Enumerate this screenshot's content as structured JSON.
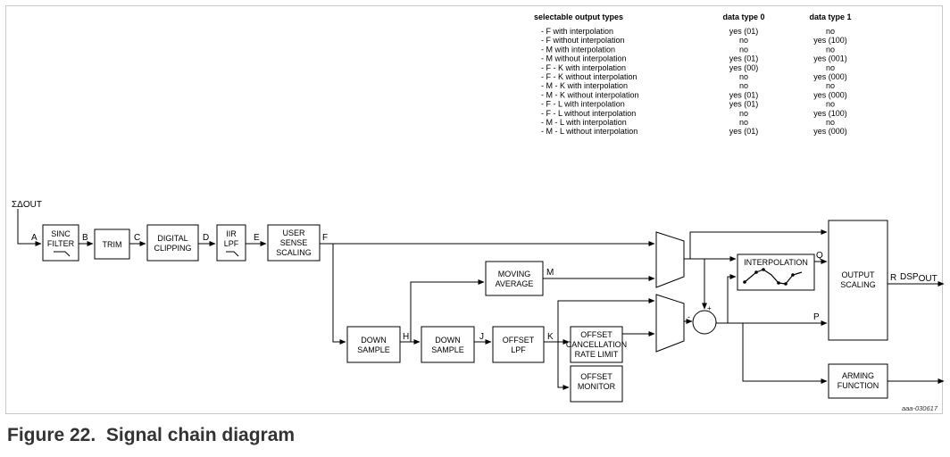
{
  "figure": {
    "caption": "Figure 22.  Signal chain diagram",
    "reference": "aaa-030617"
  },
  "table": {
    "headers": [
      "selectable output types",
      "data type 0",
      "data type 1"
    ],
    "rows": [
      {
        "type": "- F with interpolation",
        "dt0": "yes (01)",
        "dt1": "no"
      },
      {
        "type": "- F without interpolation",
        "dt0": "no",
        "dt1": "yes (100)"
      },
      {
        "type": "- M with interpolation",
        "dt0": "no",
        "dt1": "no"
      },
      {
        "type": "- M without interpolation",
        "dt0": "yes (01)",
        "dt1": "yes (001)"
      },
      {
        "type": "- F - K with interpolation",
        "dt0": "yes (00)",
        "dt1": "no"
      },
      {
        "type": "- F - K without interpolation",
        "dt0": "no",
        "dt1": "yes (000)"
      },
      {
        "type": "- M - K with interpolation",
        "dt0": "no",
        "dt1": "no"
      },
      {
        "type": "- M - K without interpolation",
        "dt0": "yes (01)",
        "dt1": "yes (000)"
      },
      {
        "type": "- F - L with interpolation",
        "dt0": "yes (01)",
        "dt1": "no"
      },
      {
        "type": "- F - L without interpolation",
        "dt0": "no",
        "dt1": "yes (100)"
      },
      {
        "type": "- M - L with interpolation",
        "dt0": "no",
        "dt1": "no"
      },
      {
        "type": "- M - L without interpolation",
        "dt0": "yes (01)",
        "dt1": "yes (000)"
      }
    ]
  },
  "input_label": {
    "prefix": "ΣΔ",
    "main": "OUT"
  },
  "output_label": {
    "main": "DSP",
    "sub": "OUT"
  },
  "blocks": {
    "sinc": [
      "SINC",
      "FILTER"
    ],
    "trim": [
      "TRIM"
    ],
    "clip": [
      "DIGITAL",
      "CLIPPING"
    ],
    "iir": [
      "IIR",
      "LPF"
    ],
    "user": [
      "USER",
      "SENSE",
      "SCALING"
    ],
    "moving": [
      "MOVING",
      "AVERAGE"
    ],
    "down1": [
      "DOWN",
      "SAMPLE"
    ],
    "down2": [
      "DOWN",
      "SAMPLE"
    ],
    "offlpf": [
      "OFFSET",
      "LPF"
    ],
    "offcanc": [
      "OFFSET",
      "CANCELLATION",
      "RATE LIMIT"
    ],
    "offmon": [
      "OFFSET",
      "MONITOR"
    ],
    "interp": [
      "INTERPOLATION"
    ],
    "outscale": [
      "OUTPUT",
      "SCALING"
    ],
    "arming": [
      "ARMING",
      "FUNCTION"
    ]
  },
  "signals": {
    "A": "A",
    "B": "B",
    "C": "C",
    "D": "D",
    "E": "E",
    "F": "F",
    "H": "H",
    "J": "J",
    "K": "K",
    "M": "M",
    "Q": "Q",
    "P": "P",
    "R": "R"
  },
  "summer": {
    "plus": "+",
    "minus": "-"
  }
}
